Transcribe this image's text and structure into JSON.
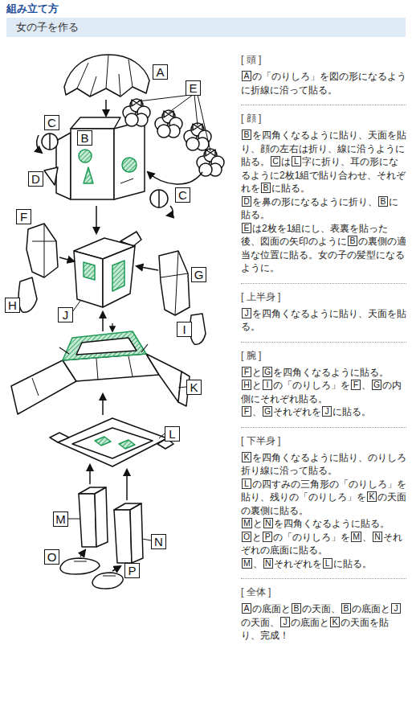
{
  "diagram": {
    "title": "組み立て方",
    "nodes": [
      {
        "text": [
          "女の子を作る"
        ]
      },
      {
        "text": [
          "A"
        ]
      },
      {
        "text": [
          "E"
        ]
      },
      {
        "text": [
          "C"
        ]
      },
      {
        "text": [
          "B"
        ]
      },
      {
        "text": [
          "D"
        ]
      },
      {
        "text": [
          "C"
        ]
      },
      {
        "text": [
          "F"
        ]
      },
      {
        "text": [
          "G"
        ]
      },
      {
        "text": [
          "H"
        ]
      },
      {
        "text": [
          "J"
        ]
      },
      {
        "text": [
          "I"
        ]
      },
      {
        "text": [
          "K"
        ]
      },
      {
        "text": [
          "L"
        ]
      },
      {
        "text": [
          "M"
        ]
      },
      {
        "text": [
          "N"
        ]
      },
      {
        "text": [
          "O"
        ]
      },
      {
        "text": [
          "P"
        ]
      }
    ],
    "labels": [
      "[ 頭 ]",
      "Aの「のりしろ」を図の形になるように折線に沿って貼る。",
      "[ 顔 ]",
      "Bを四角くなるように貼り、天面を貼り、顔の左右は折り、線に沿うように貼る。CはL字に折り、耳の形になるように2枚1組で貼り合わせ、それぞれをBに貼る。",
      "Dを鼻の形になるように折り、Bに貼る。",
      "Eは2枚を1組にし、表裏を貼った後、図面の矢印のようにBの裏側の適当な位置に貼る。女の子の髪型になるように。",
      "[ 上半身 ]",
      "Jを四角くなるように貼り、天面を貼る。",
      "[ 腕 ]",
      "FとGを四角くなるように貼る。",
      "HとIの「のりしろ」をF、Gの内側にそれぞれ貼る。",
      "F、GそれぞれをJに貼る。",
      "[ 下半身 ]",
      "Kを四角くなるように貼り、のりしろ折り線に沿って貼る。",
      "Lの四すみの三角形の「のりしろ」を貼り、残りの「のりしろ」をKの天面の裏側に貼る。",
      "MとNを四角くなるように貼る。",
      "OとPの「のりしろ」をM、Nそれぞれの底面に貼る。",
      "M、NそれぞれをLに貼る。",
      "[ 全体 ]",
      "Aの底面とBの天面、Bの底面とJの天面、Jの底面とKの天面を貼り、完成！"
    ]
  }
}
